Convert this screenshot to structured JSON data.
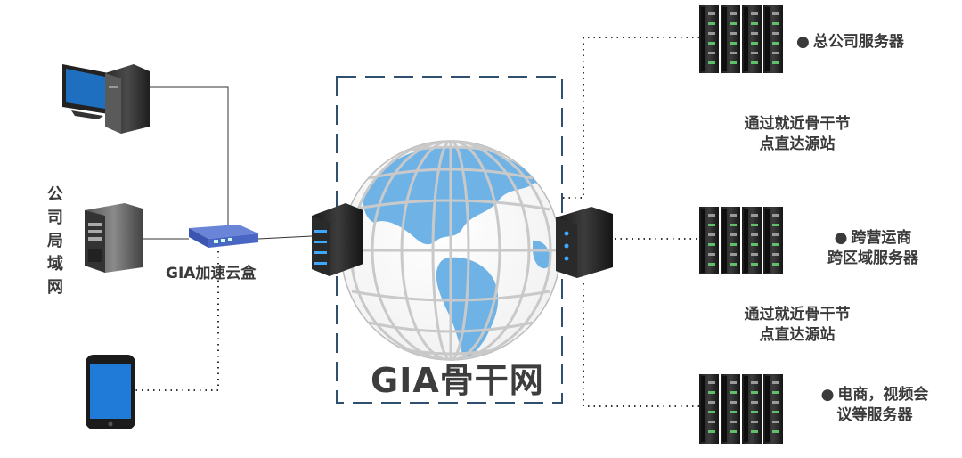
{
  "lan": {
    "label": "公司局域网"
  },
  "accel_box": {
    "label": "GIA加速云盒"
  },
  "backbone": {
    "label": "GIA骨干网"
  },
  "servers": [
    {
      "lines": [
        "总公司服务器"
      ]
    },
    {
      "lines": [
        "跨营运商",
        "跨区域服务器"
      ]
    },
    {
      "lines": [
        "电商，视频会",
        "议等服务器"
      ]
    }
  ],
  "routes": [
    {
      "lines": [
        "通过就近骨干节",
        "点直达源站"
      ]
    },
    {
      "lines": [
        "通过就近骨干节",
        "点直达源站"
      ]
    }
  ],
  "colors": {
    "globe_land": "#6fb3e6",
    "globe_grid": "#c9c9c9",
    "dash_frame": "#2f4f6f",
    "server_led": "#3fa8ff"
  }
}
